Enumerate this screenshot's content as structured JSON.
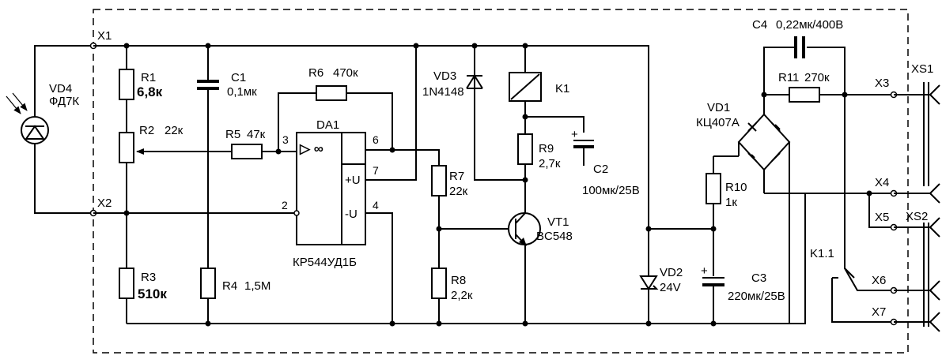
{
  "components": {
    "VD4": {
      "ref": "VD4",
      "value": "ФД7К"
    },
    "R1": {
      "ref": "R1",
      "value": "6,8к"
    },
    "R2": {
      "ref": "R2",
      "value": "22к"
    },
    "R3": {
      "ref": "R3",
      "value": "510к"
    },
    "C1": {
      "ref": "C1",
      "value": "0,1мк"
    },
    "R4": {
      "ref": "R4",
      "value": "1,5М"
    },
    "R5": {
      "ref": "R5",
      "value": "47к"
    },
    "R6": {
      "ref": "R6",
      "value": "470к"
    },
    "DA1": {
      "ref": "DA1",
      "value": "КР544УД1Б",
      "symbol": "▷ ∞",
      "plus_supply": "+U",
      "minus_supply": "-U",
      "pins": {
        "p2": "2",
        "p3": "3",
        "p4": "4",
        "p6": "6",
        "p7": "7"
      }
    },
    "R7": {
      "ref": "R7",
      "value": "22к"
    },
    "R8": {
      "ref": "R8",
      "value": "2,2к"
    },
    "VD3": {
      "ref": "VD3",
      "value": "1N4148"
    },
    "K1": {
      "ref": "K1"
    },
    "R9": {
      "ref": "R9",
      "value": "2,7к"
    },
    "C2": {
      "ref": "C2",
      "value": "100мк/25В"
    },
    "VT1": {
      "ref": "VT1",
      "value": "BC548"
    },
    "VD2": {
      "ref": "VD2",
      "value": "24V"
    },
    "R10": {
      "ref": "R10",
      "value": "1к"
    },
    "C3": {
      "ref": "C3",
      "value": "220мк/25В"
    },
    "VD1": {
      "ref": "VD1",
      "value": "КЦ407А"
    },
    "C4": {
      "ref": "C4",
      "value": "0,22мк/400В"
    },
    "R11": {
      "ref": "R11",
      "value": "270к"
    },
    "K1_1": {
      "ref": "K1.1"
    }
  },
  "terminals": {
    "X1": "X1",
    "X2": "X2",
    "X3": "X3",
    "X4": "X4",
    "X5": "X5",
    "X6": "X6",
    "X7": "X7"
  },
  "connectors": {
    "XS1": "XS1",
    "XS2": "XS2"
  }
}
